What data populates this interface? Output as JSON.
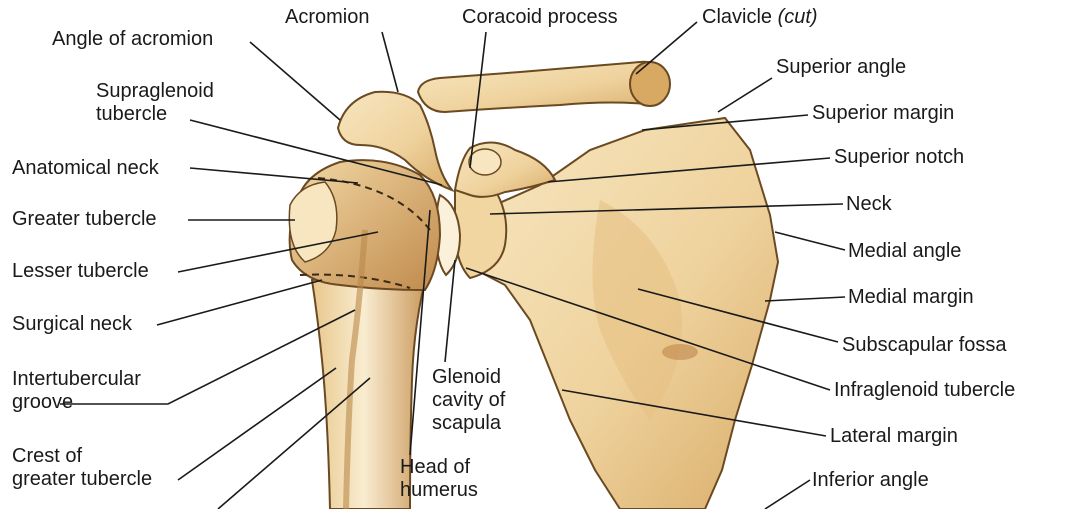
{
  "labels": {
    "acromion": "Acromion",
    "coracoid_process": "Coracoid process",
    "clavicle": "Clavicle",
    "clavicle_note": "(cut)",
    "angle_of_acromion": "Angle of acromion",
    "superior_angle": "Superior angle",
    "supraglenoid_1": "Supraglenoid",
    "supraglenoid_2": "tubercle",
    "superior_margin": "Superior margin",
    "anatomical_neck": "Anatomical neck",
    "superior_notch": "Superior notch",
    "greater_tubercle": "Greater tubercle",
    "neck": "Neck",
    "medial_angle": "Medial angle",
    "lesser_tubercle": "Lesser tubercle",
    "medial_margin": "Medial margin",
    "surgical_neck": "Surgical neck",
    "subscapular_fossa": "Subscapular fossa",
    "intertubercular_1": "Intertubercular",
    "intertubercular_2": "groove",
    "glenoid_1": "Glenoid",
    "glenoid_2": "cavity of",
    "glenoid_3": "scapula",
    "infraglenoid_tubercle": "Infraglenoid tubercle",
    "lateral_margin": "Lateral margin",
    "crest_1": "Crest of",
    "crest_2": "greater tubercle",
    "head_1": "Head of",
    "head_2": "humerus",
    "inferior_angle": "Inferior angle"
  },
  "colors": {
    "bone_light": "#f3dcae",
    "bone_mid": "#e2ba78",
    "bone_dark": "#b98a4c",
    "bone_outline": "#6b4a22",
    "leader_line": "#1a1a1a"
  }
}
